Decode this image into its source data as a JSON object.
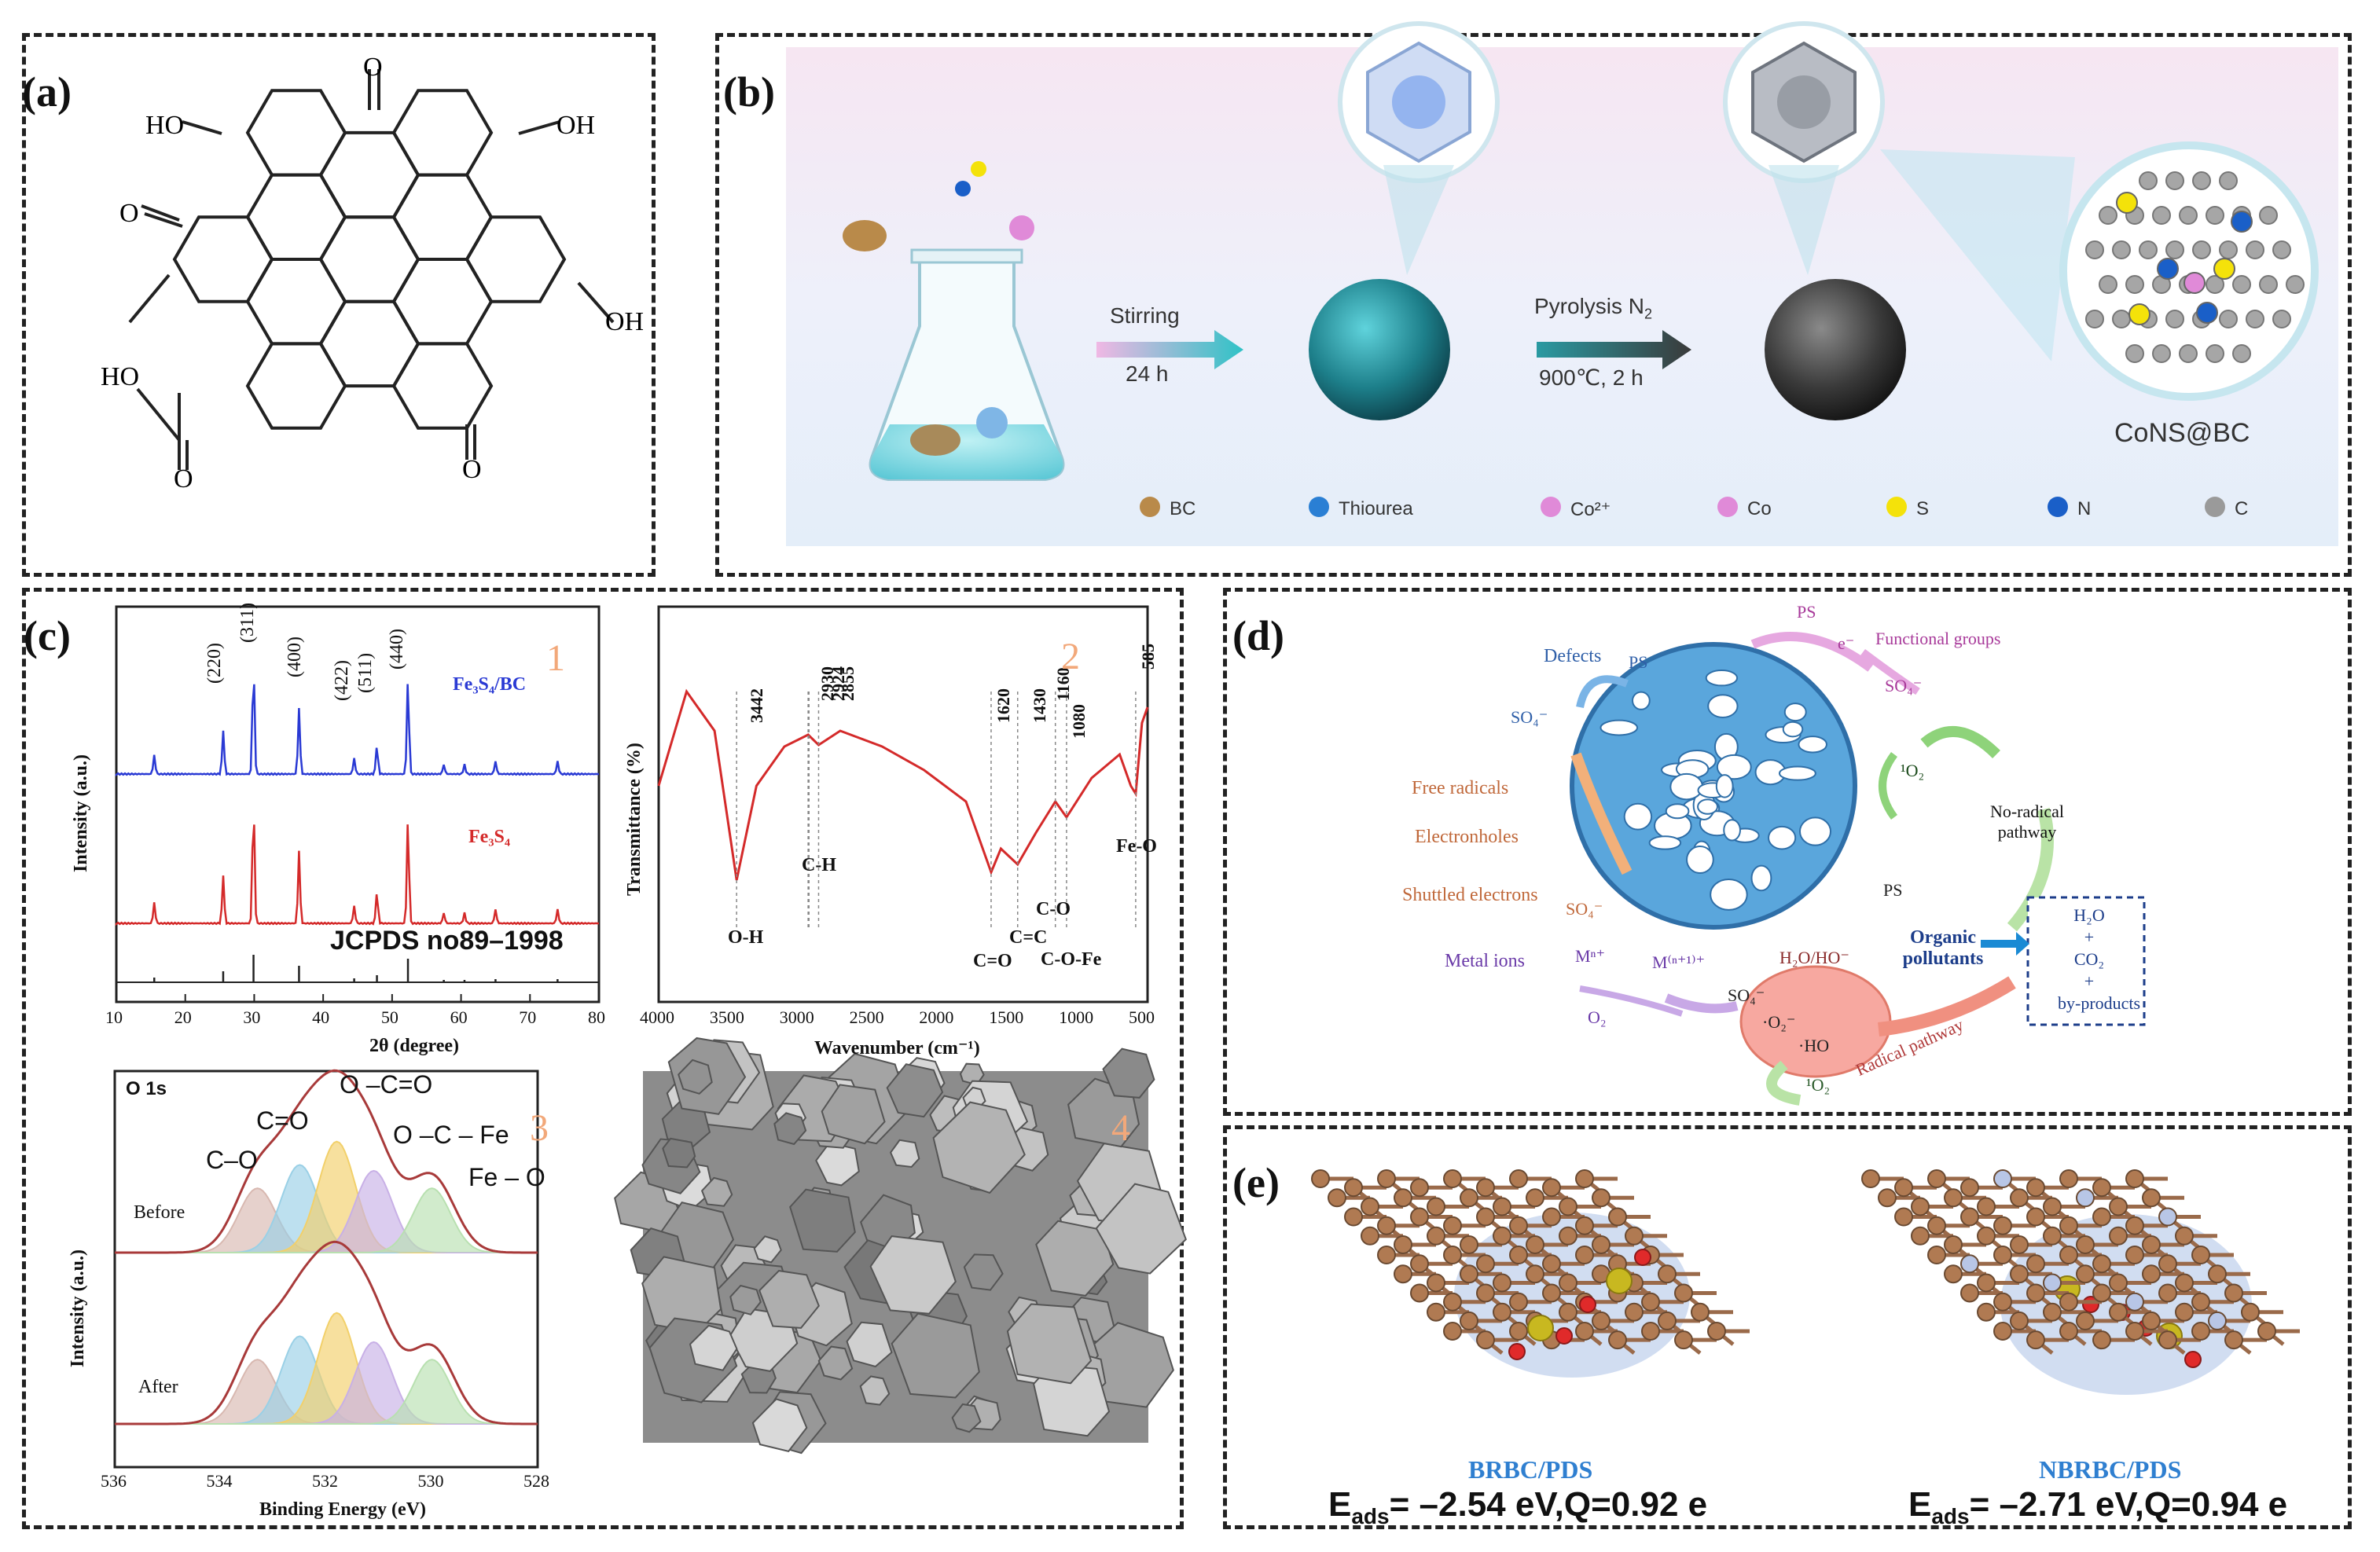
{
  "panels": {
    "a": {
      "label": "(a)"
    },
    "b": {
      "label": "(b)"
    },
    "c": {
      "label": "(c)"
    },
    "d": {
      "label": "(d)"
    },
    "e": {
      "label": "(e)"
    }
  },
  "panel_a": {
    "groups": [
      "HO",
      "OH",
      "OH",
      "HO",
      "O",
      "O",
      "O",
      "O"
    ]
  },
  "panel_b": {
    "step1": "Stirring",
    "step1_time": "24 h",
    "step2": "Pyrolysis N",
    "step2_sub": "2",
    "step2_cond": "900℃, 2 h",
    "product": "CoNS@BC",
    "legend": [
      {
        "label": "BC",
        "color": "#b98a4a"
      },
      {
        "label": "Thiourea",
        "color": "#2a7fd4"
      },
      {
        "label": "Co²⁺",
        "color": "#e08ad8"
      },
      {
        "label": "Co",
        "color": "#e08ad8"
      },
      {
        "label": "S",
        "color": "#f4e20a"
      },
      {
        "label": "N",
        "color": "#1a5fc8"
      },
      {
        "label": "C",
        "color": "#9a9a9a"
      }
    ]
  },
  "panel_c": {
    "xrd": {
      "ylabel": "Intensity (a.u.)",
      "xlabel": "2θ (degree)",
      "series": [
        "Fe₃S₄/BC",
        "Fe₃S₄"
      ],
      "reference": "JCPDS no89–1998",
      "peaks": [
        "(220)",
        "(311)",
        "(400)",
        "(422)",
        "(511)",
        "(440)"
      ],
      "xticks": [
        "10",
        "20",
        "30",
        "40",
        "50",
        "60",
        "70",
        "80"
      ],
      "num": "1"
    },
    "ftir": {
      "ylabel": "Transmittance (%)",
      "xlabel": "Wavenumber (cm⁻¹)",
      "xticks": [
        "4000",
        "3500",
        "3000",
        "2500",
        "2000",
        "1500",
        "1000",
        "500"
      ],
      "top_labels": [
        "2930",
        "2924",
        "2855",
        "3442",
        "1620",
        "1430",
        "1160",
        "1080",
        "585"
      ],
      "bonds": [
        "O-H",
        "C-H",
        "C=O",
        "C=C",
        "C-O",
        "C-O-Fe",
        "Fe-O"
      ],
      "num": "2"
    },
    "xps": {
      "title": "O 1s",
      "ylabel": "Intensity (a.u.)",
      "xlabel": "Binding Energy (eV)",
      "xticks": [
        "536",
        "534",
        "532",
        "530",
        "528"
      ],
      "components": [
        "C–O",
        "C=O",
        "O –C=O",
        "O –C – Fe",
        "Fe – O"
      ],
      "states": [
        "Before",
        "After"
      ],
      "num": "3"
    },
    "sem": {
      "num": "4"
    }
  },
  "panel_d": {
    "left": [
      "Defects",
      "Free  radicals",
      "Electronholes",
      "Shuttled electrons",
      "Metal ions"
    ],
    "top": [
      "PS",
      "e⁻",
      "Functional groups",
      "SO₄⁻",
      "PS",
      "SO₄⁻"
    ],
    "species": [
      "¹O₂",
      "H₂O/HO⁻",
      "SO₄⁻",
      "·O₂⁻",
      "·HO",
      "¹O₂",
      "O₂",
      "Mⁿ⁺",
      "M⁽ⁿ⁺¹⁾⁺",
      "SO₄⁻",
      "PS"
    ],
    "right": [
      "No-radical pathway",
      "Radical pathway",
      "Organic pollutants"
    ],
    "products": [
      "H₂O",
      "+",
      "CO₂",
      "+",
      "by-products"
    ]
  },
  "panel_e": {
    "left_name": "BRBC/PDS",
    "left_energy": "E",
    "left_sub": "ads",
    "left_value": "= –2.54 eV,Q=0.92 e",
    "right_name": "NBRBC/PDS",
    "right_energy": "E",
    "right_sub": "ads",
    "right_value": "= –2.71 eV,Q=0.94 e"
  }
}
